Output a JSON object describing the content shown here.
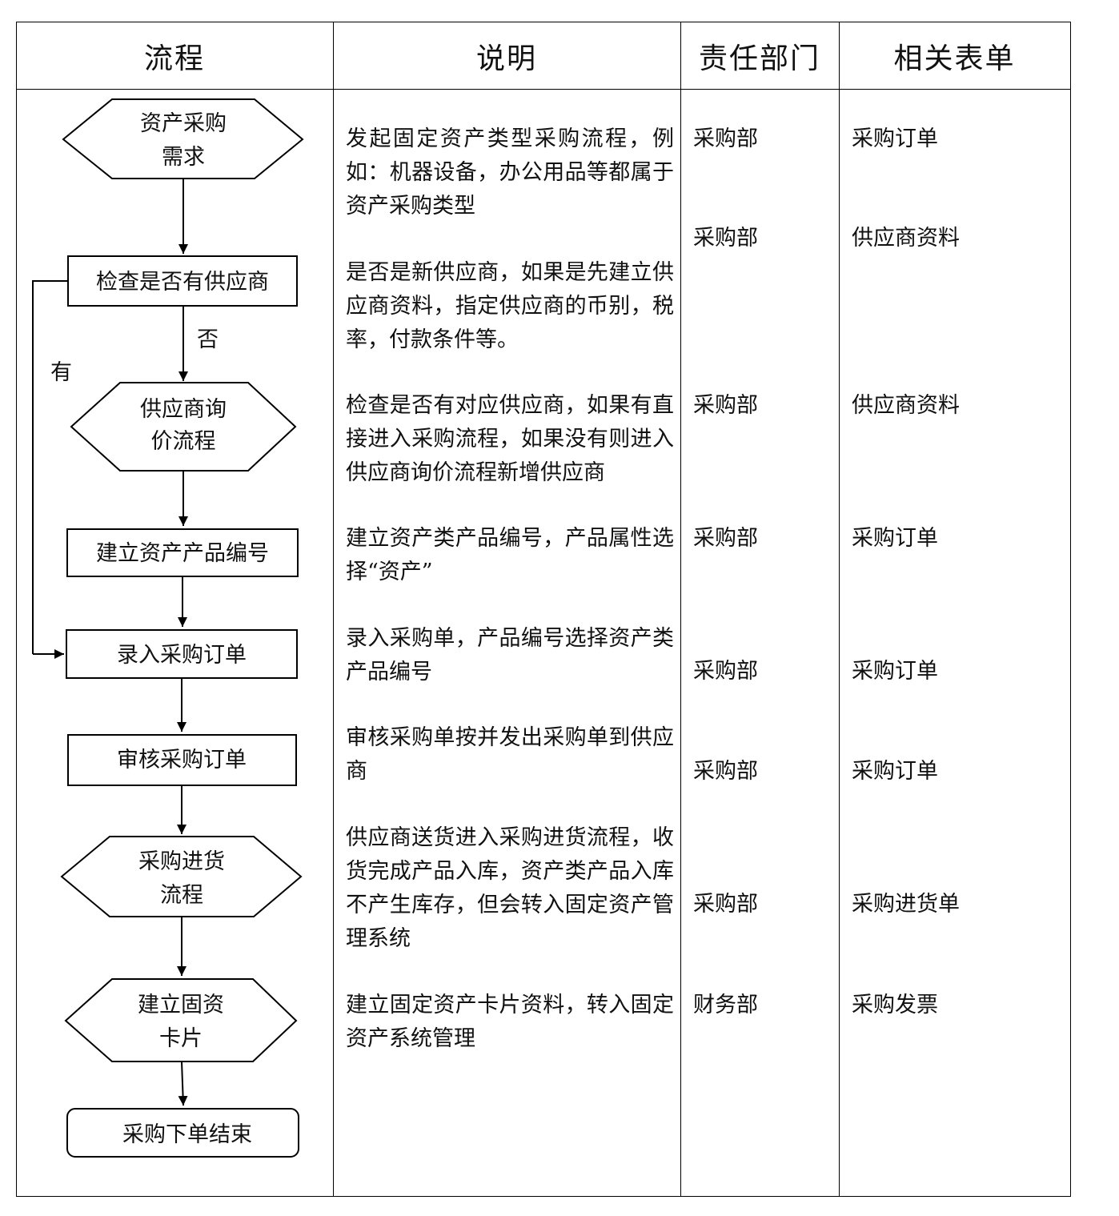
{
  "headers": {
    "process": "流程",
    "description": "说明",
    "department": "责任部门",
    "forms": "相关表单"
  },
  "flow": {
    "n1_line1": "资产采购",
    "n1_line2": "需求",
    "n2": "检查是否有供应商",
    "branch_no": "否",
    "branch_yes": "有",
    "n3_line1": "供应商询",
    "n3_line2": "价流程",
    "n4": "建立资产产品编号",
    "n5": "录入采购订单",
    "n6": "审核采购订单",
    "n7_line1": "采购进货",
    "n7_line2": "流程",
    "n8_line1": "建立固资",
    "n8_line2": "卡片",
    "n9": "采购下单结束"
  },
  "descriptions": [
    "发起固定资产类型采购流程，例如：机器设备，办公用品等都属于资产采购类型",
    "是否是新供应商，如果是先建立供应商资料，指定供应商的币别，税率，付款条件等。",
    "检查是否有对应供应商，如果有直接进入采购流程，如果没有则进入供应商询价流程新增供应商",
    "建立资产类产品编号，产品属性选择“资产”",
    "录入采购单，产品编号选择资产类产品编号",
    "审核采购单按并发出采购单到供应商",
    "供应商送货进入采购进货流程，收货完成产品入库，资产类产品入库不产生库存，但会转入固定资产管理系统",
    "建立固定资产卡片资料，转入固定资产系统管理"
  ],
  "departments": [
    "采购部",
    "采购部",
    "采购部",
    "采购部",
    "采购部",
    "采购部",
    "采购部",
    "财务部"
  ],
  "forms": [
    "采购订单",
    "供应商资料",
    "供应商资料",
    "采购订单",
    "采购订单",
    "采购订单",
    "采购进货单",
    "采购发票"
  ]
}
